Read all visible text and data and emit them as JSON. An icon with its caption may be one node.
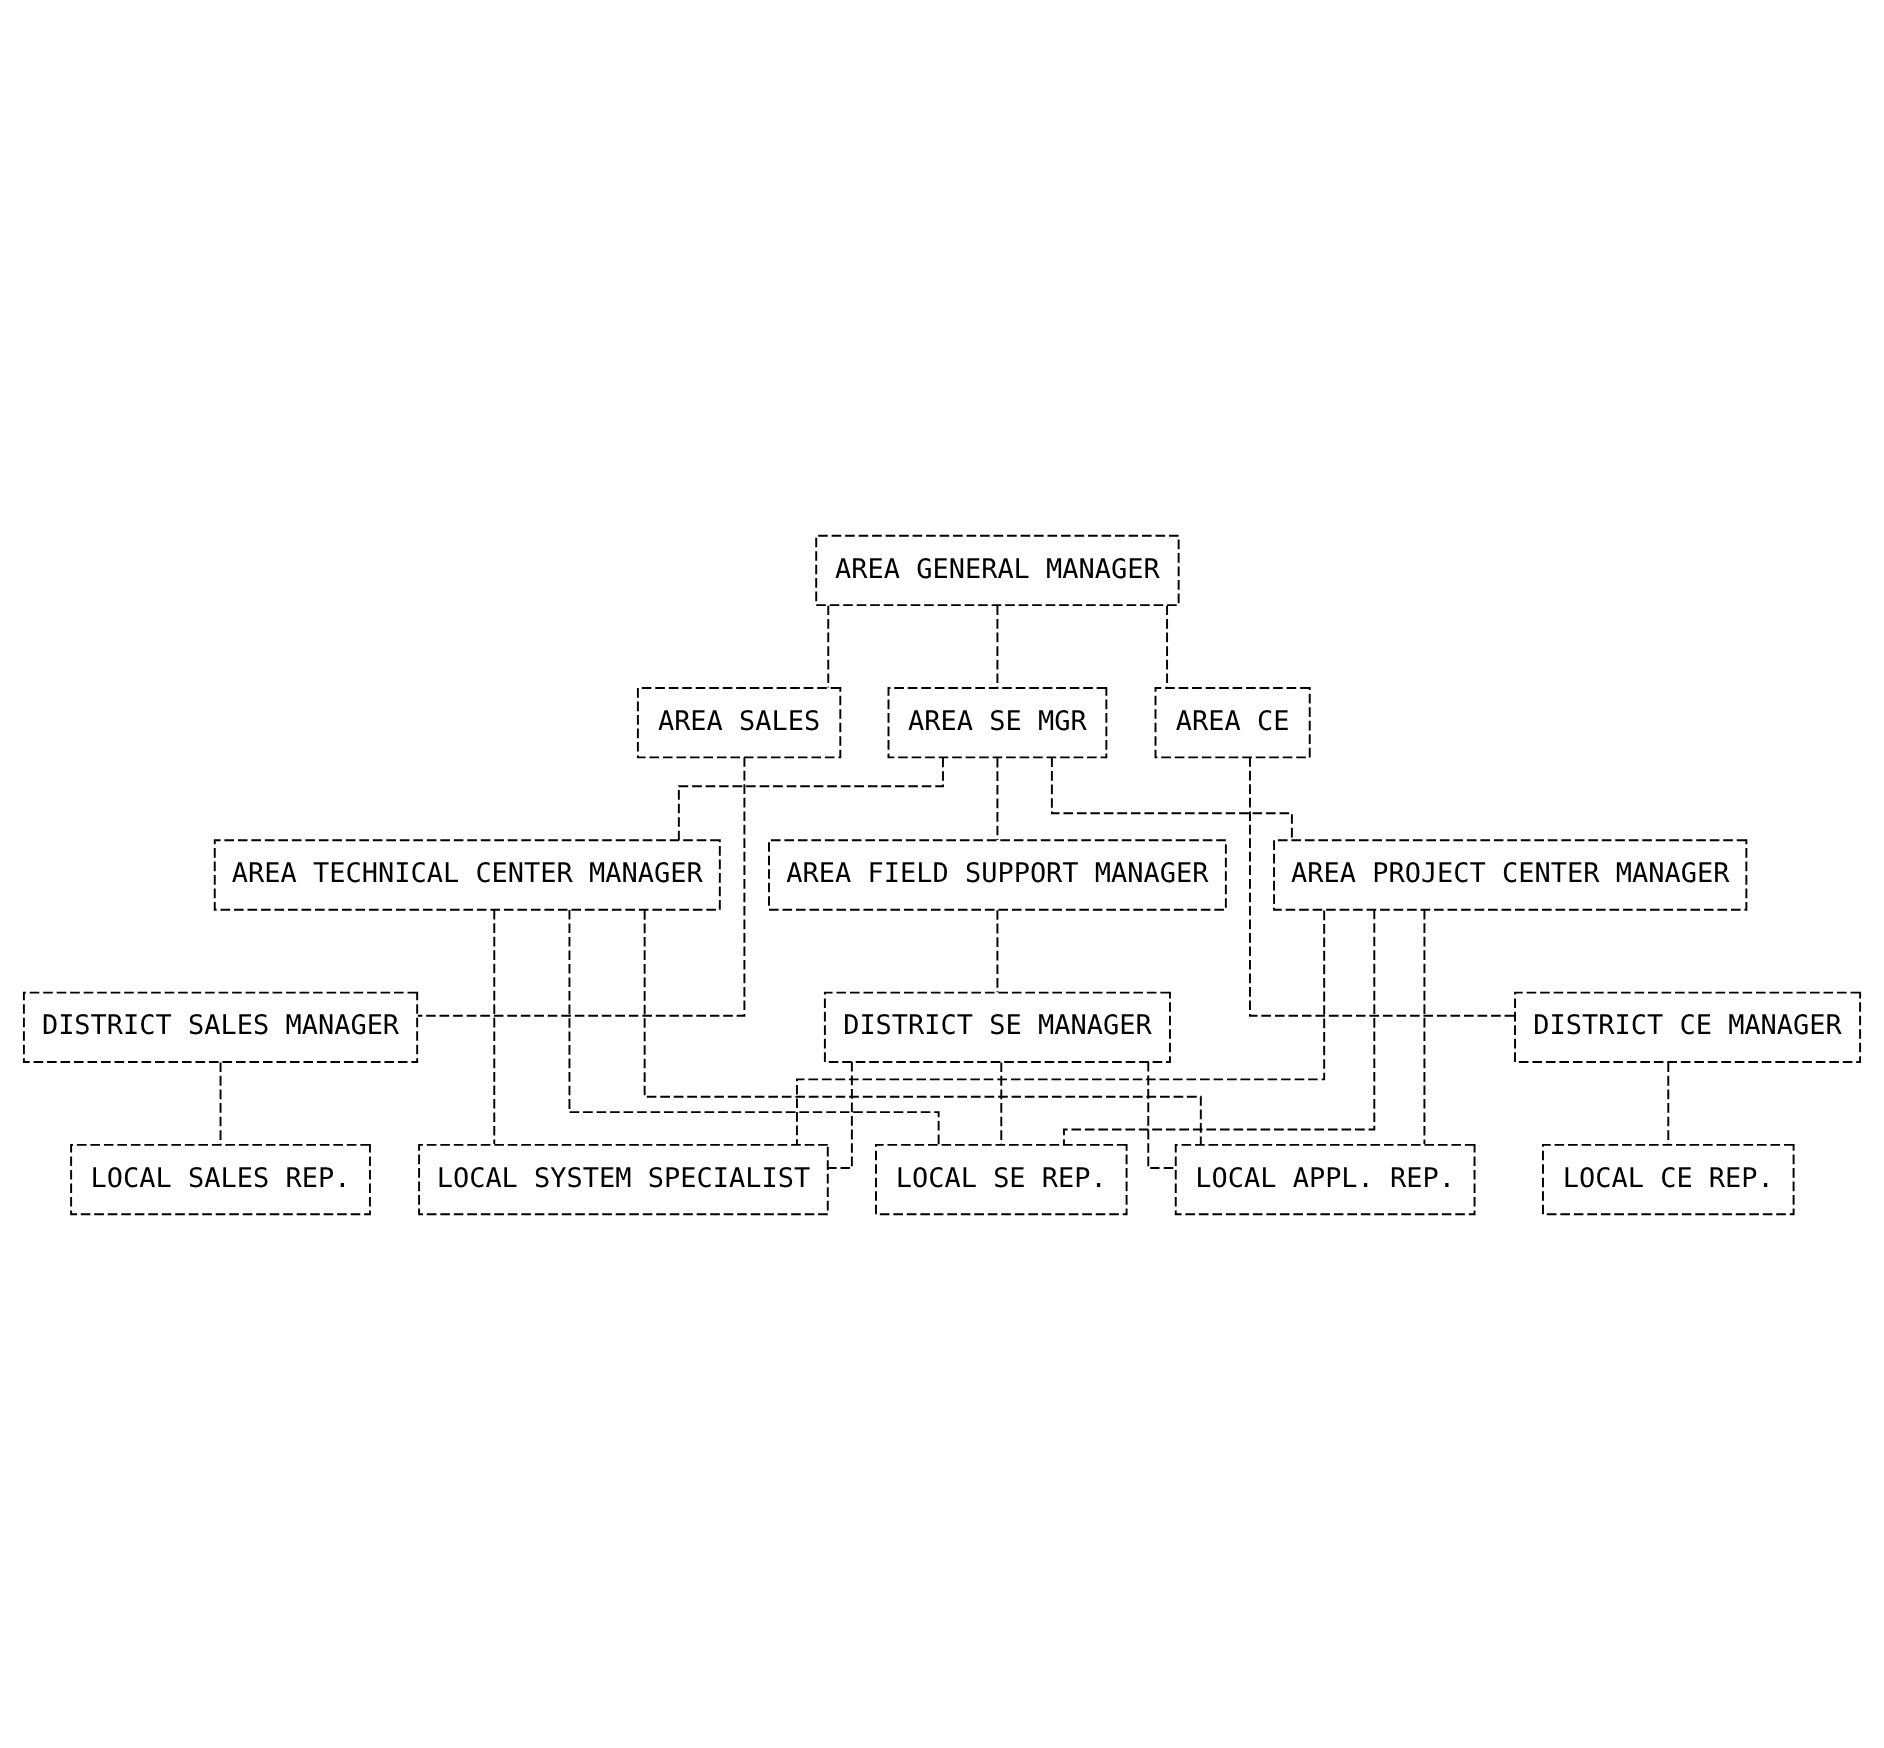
{
  "diagram": {
    "nodes": [
      {
        "text": [
          "AREA GENERAL MANAGER"
        ]
      },
      {
        "text": [
          "AREA SALES"
        ]
      },
      {
        "text": [
          "AREA SE MGR"
        ]
      },
      {
        "text": [
          "AREA CE"
        ]
      },
      {
        "text": [
          "AREA TECHNICAL CENTER MANAGER"
        ]
      },
      {
        "text": [
          "AREA FIELD SUPPORT MANAGER"
        ]
      },
      {
        "text": [
          "AREA PROJECT CENTER MANAGER"
        ]
      },
      {
        "text": [
          "DISTRICT SALES MANAGER"
        ]
      },
      {
        "text": [
          "DISTRICT SE MANAGER"
        ]
      },
      {
        "text": [
          "DISTRICT CE MANAGER"
        ]
      },
      {
        "text": [
          "LOCAL SALES REP."
        ]
      },
      {
        "text": [
          "LOCAL SYSTEM SPECIALIST"
        ]
      },
      {
        "text": [
          "LOCAL SE REP."
        ]
      },
      {
        "text": [
          "LOCAL APPL. REP."
        ]
      },
      {
        "text": [
          "LOCAL CE REP."
        ]
      }
    ],
    "edges": [
      {
        "from": 0,
        "to": 1,
        "arrow": "none",
        "style": "dashed"
      },
      {
        "from": 0,
        "to": 2,
        "arrow": "none",
        "style": "dashed"
      },
      {
        "from": 0,
        "to": 3,
        "arrow": "none",
        "style": "dashed"
      },
      {
        "from": 2,
        "to": 4,
        "arrow": "none",
        "style": "dashed"
      },
      {
        "from": 2,
        "to": 5,
        "arrow": "none",
        "style": "dashed"
      },
      {
        "from": 2,
        "to": 6,
        "arrow": "none",
        "style": "dashed"
      },
      {
        "from": 1,
        "to": 7,
        "arrow": "none",
        "style": "dashed"
      },
      {
        "from": 5,
        "to": 8,
        "arrow": "none",
        "style": "dashed"
      },
      {
        "from": 3,
        "to": 9,
        "arrow": "none",
        "style": "dashed"
      },
      {
        "from": 7,
        "to": 10,
        "arrow": "none",
        "style": "dashed"
      },
      {
        "from": 4,
        "to": 11,
        "arrow": "none",
        "style": "dashed"
      },
      {
        "from": 4,
        "to": 12,
        "arrow": "none",
        "style": "dashed"
      },
      {
        "from": 4,
        "to": 13,
        "arrow": "none",
        "style": "dashed"
      },
      {
        "from": 8,
        "to": 11,
        "arrow": "none",
        "style": "dashed"
      },
      {
        "from": 8,
        "to": 12,
        "arrow": "none",
        "style": "dashed"
      },
      {
        "from": 8,
        "to": 13,
        "arrow": "none",
        "style": "dashed"
      },
      {
        "from": 6,
        "to": 11,
        "arrow": "none",
        "style": "dashed"
      },
      {
        "from": 6,
        "to": 12,
        "arrow": "none",
        "style": "dashed"
      },
      {
        "from": 6,
        "to": 13,
        "arrow": "none",
        "style": "dashed"
      },
      {
        "from": 9,
        "to": 14,
        "arrow": "none",
        "style": "dashed"
      }
    ]
  }
}
